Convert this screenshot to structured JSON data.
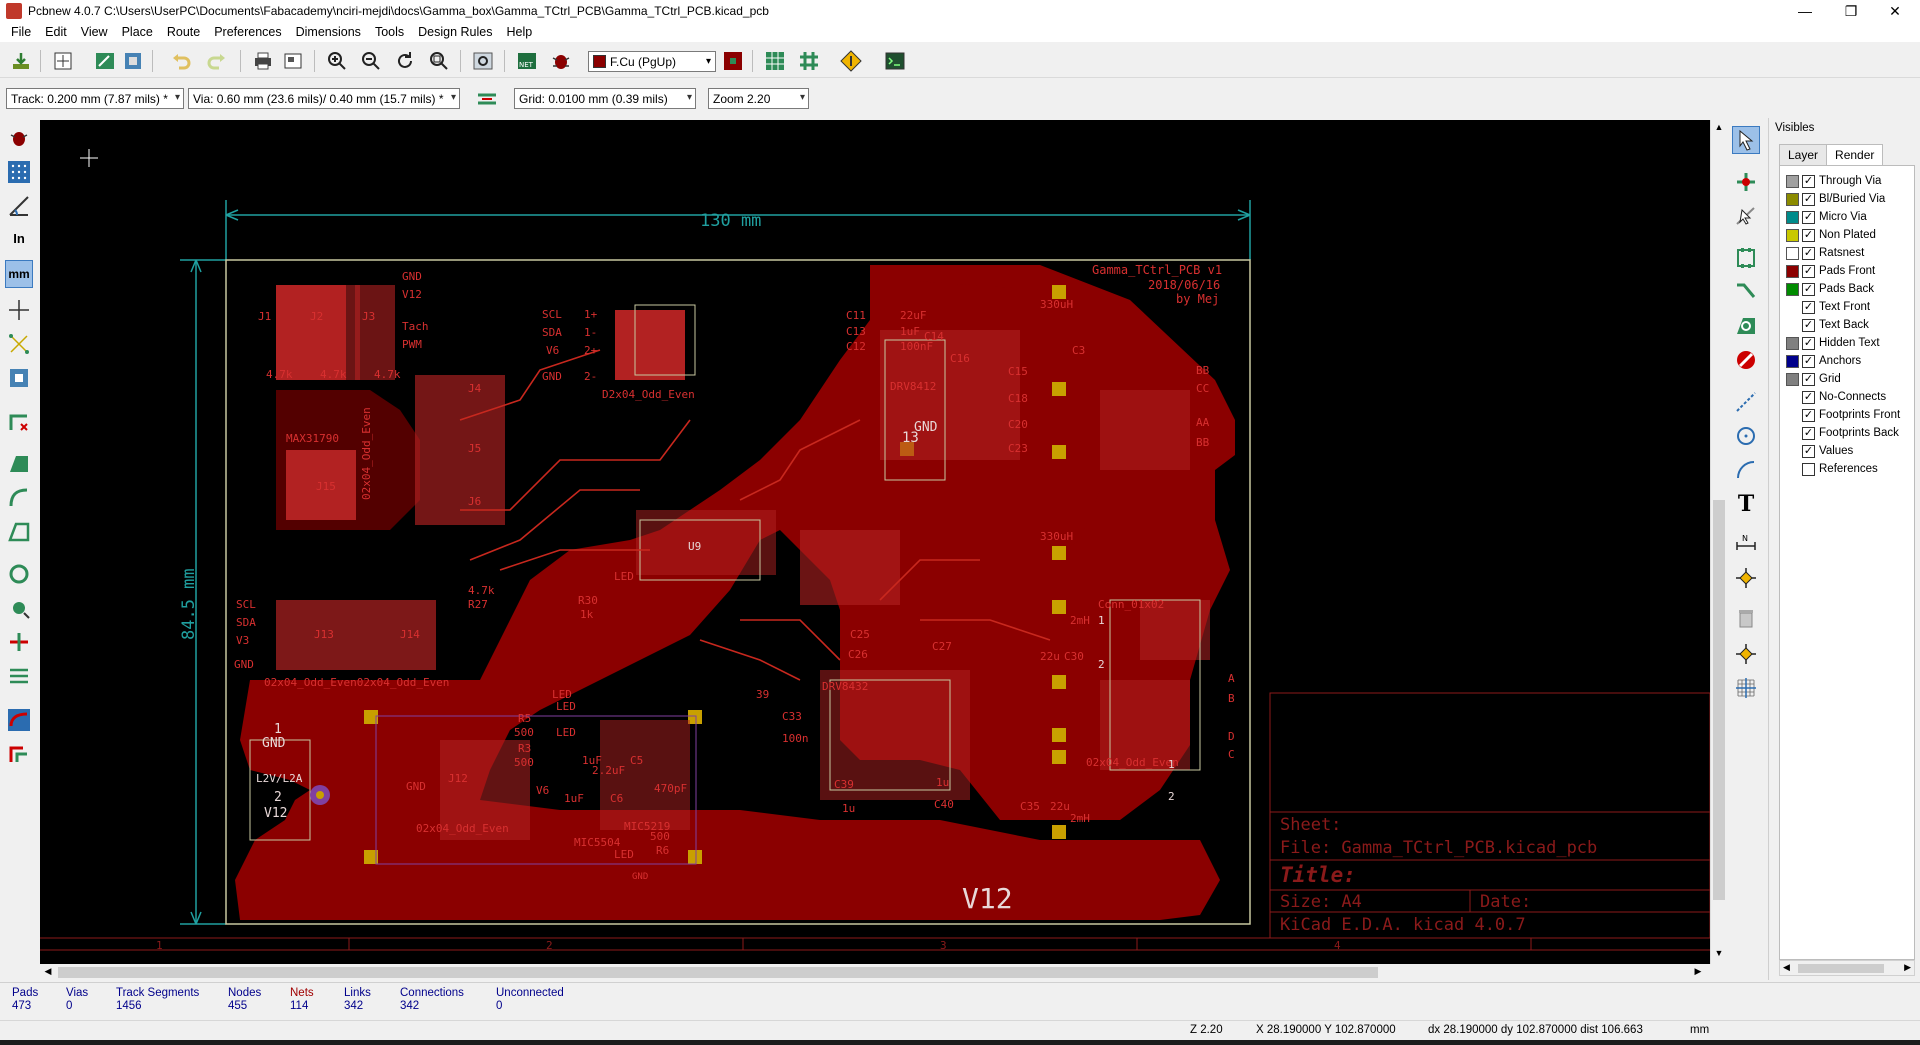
{
  "window": {
    "title": "Pcbnew 4.0.7 C:\\Users\\UserPC\\Documents\\Fabacademy\\nciri-mejdi\\docs\\Gamma_box\\Gamma_TCtrl_PCB\\Gamma_TCtrl_PCB.kicad_pcb",
    "minimize": "—",
    "maximize": "❐",
    "close": "✕"
  },
  "menu": [
    "File",
    "Edit",
    "View",
    "Place",
    "Route",
    "Preferences",
    "Dimensions",
    "Tools",
    "Design Rules",
    "Help"
  ],
  "toolbar": {
    "layer_select": "F.Cu (PgUp)",
    "layer_color": "#8b0000"
  },
  "toolbar2": {
    "track": "Track: 0.200 mm (7.87 mils) *",
    "via": "Via: 0.60 mm (23.6 mils)/ 0.40 mm (15.7 mils) *",
    "grid": "Grid: 0.0100 mm (0.39 mils)",
    "zoom": "Zoom 2.20"
  },
  "left_toolbar": {
    "inch_label": "In",
    "mm_label": "mm"
  },
  "visibles": {
    "title": "Visibles",
    "tabs": [
      "Layer",
      "Render"
    ],
    "active_tab": "Render",
    "items": [
      {
        "label": "Through Via",
        "color": "#a0a0a0",
        "checked": true
      },
      {
        "label": "Bl/Buried Via",
        "color": "#8b8b00",
        "checked": true
      },
      {
        "label": "Micro Via",
        "color": "#008b8b",
        "checked": true
      },
      {
        "label": "Non Plated",
        "color": "#c8c800",
        "checked": true
      },
      {
        "label": "Ratsnest",
        "color": "#ffffff",
        "checked": true
      },
      {
        "label": "Pads Front",
        "color": "#8b0000",
        "checked": true
      },
      {
        "label": "Pads Back",
        "color": "#008b00",
        "checked": true
      },
      {
        "label": "Text Front",
        "color": null,
        "checked": true
      },
      {
        "label": "Text Back",
        "color": null,
        "checked": true
      },
      {
        "label": "Hidden Text",
        "color": "#808080",
        "checked": true
      },
      {
        "label": "Anchors",
        "color": "#00008b",
        "checked": true
      },
      {
        "label": "Grid",
        "color": "#808080",
        "checked": true
      },
      {
        "label": "No-Connects",
        "color": null,
        "checked": true
      },
      {
        "label": "Footprints Front",
        "color": null,
        "checked": true
      },
      {
        "label": "Footprints Back",
        "color": null,
        "checked": true
      },
      {
        "label": "Values",
        "color": null,
        "checked": true
      },
      {
        "label": "References",
        "color": null,
        "checked": false
      }
    ]
  },
  "messages": [
    {
      "label": "Pads",
      "value": "473"
    },
    {
      "label": "Vias",
      "value": "0"
    },
    {
      "label": "Track Segments",
      "value": "1456"
    },
    {
      "label": "Nodes",
      "value": "455"
    },
    {
      "label": "Nets",
      "value": "114",
      "red": true
    },
    {
      "label": "Links",
      "value": "342"
    },
    {
      "label": "Connections",
      "value": "342"
    },
    {
      "label": "Unconnected",
      "value": "0"
    }
  ],
  "status": {
    "zoom": "Z 2.20",
    "abs": "X 28.190000  Y 102.870000",
    "rel": "dx 28.190000  dy 102.870000  dist 106.663",
    "units": "mm"
  },
  "board": {
    "dim_width": "130 mm",
    "dim_height": "84.5 mm",
    "title_text": "Gamma_TCtrl_PCB v1",
    "date_text": "2018/06/16",
    "author_text": "by Mej",
    "v12_label": "V12",
    "labels": [
      {
        "t": "GND"
      },
      {
        "t": "V12"
      },
      {
        "t": "Tach"
      },
      {
        "t": "PWM"
      },
      {
        "t": "SCL"
      },
      {
        "t": "SDA"
      },
      {
        "t": "V6"
      },
      {
        "t": "GND"
      },
      {
        "t": "1+"
      },
      {
        "t": "1-"
      },
      {
        "t": "2+"
      },
      {
        "t": "2-"
      },
      {
        "t": "J1"
      },
      {
        "t": "J2"
      },
      {
        "t": "J3"
      },
      {
        "t": "J4"
      },
      {
        "t": "J5"
      },
      {
        "t": "J6"
      },
      {
        "t": "4.7k"
      },
      {
        "t": "4.7k"
      },
      {
        "t": "4.7k"
      },
      {
        "t": "MAX31790"
      },
      {
        "t": "J15"
      },
      {
        "t": "02x04_Odd_Even"
      },
      {
        "t": "D2x04_Odd_Even"
      },
      {
        "t": "DRV8412"
      },
      {
        "t": "DRV8432"
      },
      {
        "t": "13"
      },
      {
        "t": "GND"
      },
      {
        "t": "22uF"
      },
      {
        "t": "1uF"
      },
      {
        "t": "100nF"
      },
      {
        "t": "C11"
      },
      {
        "t": "C13"
      },
      {
        "t": "C12"
      },
      {
        "t": "C14"
      },
      {
        "t": "C16"
      },
      {
        "t": "C15"
      },
      {
        "t": "C18"
      },
      {
        "t": "C20"
      },
      {
        "t": "C23"
      },
      {
        "t": "C3"
      },
      {
        "t": "330uH"
      },
      {
        "t": "330uH"
      },
      {
        "t": "U9"
      },
      {
        "t": "SCL"
      },
      {
        "t": "SDA"
      },
      {
        "t": "V3"
      },
      {
        "t": "GND"
      },
      {
        "t": "J13"
      },
      {
        "t": "J14"
      },
      {
        "t": "R27"
      },
      {
        "t": "4.7k"
      },
      {
        "t": "02x04_Odd_Even02x04_Odd_Even"
      },
      {
        "t": "LED"
      },
      {
        "t": "LED"
      },
      {
        "t": "R30"
      },
      {
        "t": "1k"
      },
      {
        "t": "C26"
      },
      {
        "t": "C27"
      },
      {
        "t": "C25"
      },
      {
        "t": "39"
      },
      {
        "t": "C33"
      },
      {
        "t": "100n"
      },
      {
        "t": "Conn_01x02"
      },
      {
        "t": "2mH"
      },
      {
        "t": "2mH"
      },
      {
        "t": "22u"
      },
      {
        "t": "22u"
      },
      {
        "t": "C30"
      },
      {
        "t": "C35"
      },
      {
        "t": "02x04_Odd_Even"
      },
      {
        "t": "1"
      },
      {
        "t": "GND"
      },
      {
        "t": "L2V/L2A"
      },
      {
        "t": "2"
      },
      {
        "t": "V12"
      },
      {
        "t": "R5"
      },
      {
        "t": "500"
      },
      {
        "t": "R3"
      },
      {
        "t": "500"
      },
      {
        "t": "LED"
      },
      {
        "t": "LED"
      },
      {
        "t": "1uF"
      },
      {
        "t": "C5"
      },
      {
        "t": "2.2uF"
      },
      {
        "t": "470pF"
      },
      {
        "t": "1uF"
      },
      {
        "t": "C6"
      },
      {
        "t": "MIC5219"
      },
      {
        "t": "MIC5504"
      },
      {
        "t": "500"
      },
      {
        "t": "R6"
      },
      {
        "t": "LED"
      },
      {
        "t": "J12"
      },
      {
        "t": "02x04_Odd_Even"
      },
      {
        "t": "GND"
      },
      {
        "t": "V6"
      },
      {
        "t": "GND"
      },
      {
        "t": "C39"
      },
      {
        "t": "1u"
      },
      {
        "t": "C40"
      },
      {
        "t": "1u"
      },
      {
        "t": "1"
      },
      {
        "t": "2"
      },
      {
        "t": "1"
      },
      {
        "t": "2"
      },
      {
        "t": "BB"
      },
      {
        "t": "CC"
      },
      {
        "t": "AA"
      },
      {
        "t": "BB"
      },
      {
        "t": "A"
      },
      {
        "t": "B"
      },
      {
        "t": "D"
      },
      {
        "t": "C"
      }
    ],
    "sheet_sheet": "Sheet:",
    "sheet_file": "File: Gamma_TCtrl_PCB.kicad_pcb",
    "sheet_title": "Title:",
    "sheet_size": "Size: A4",
    "sheet_date": "Date:",
    "sheet_kicad": "KiCad E.D.A.  kicad 4.0.7",
    "frame_cols": [
      "1",
      "2",
      "3",
      "4"
    ]
  }
}
